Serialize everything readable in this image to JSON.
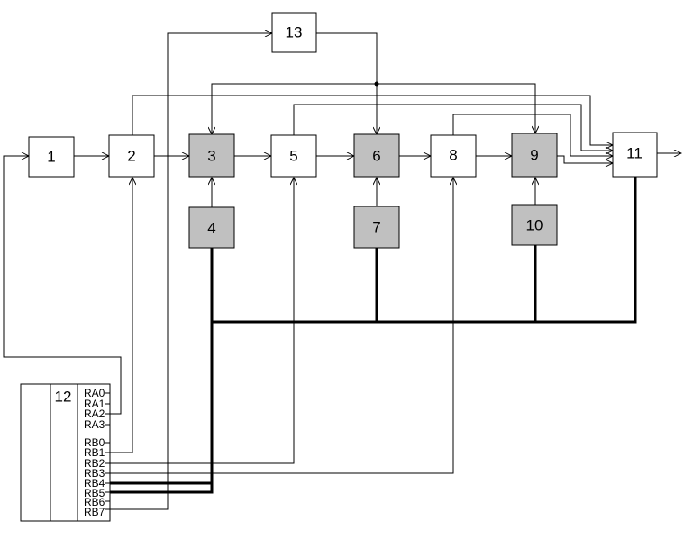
{
  "blocks": {
    "b1": "1",
    "b2": "2",
    "b3": "3",
    "b4": "4",
    "b5": "5",
    "b6": "6",
    "b7": "7",
    "b8": "8",
    "b9": "9",
    "b10": "10",
    "b11": "11",
    "b12": "12",
    "b13": "13"
  },
  "pins": [
    "RA0",
    "RA1",
    "RA2",
    "RA3",
    "RB0",
    "RB1",
    "RB2",
    "RB3",
    "RB4",
    "RB5",
    "RB6",
    "RB7"
  ],
  "colors": {
    "shaded_block": "#c0c0c0",
    "line": "#000000",
    "background": "#ffffff"
  }
}
